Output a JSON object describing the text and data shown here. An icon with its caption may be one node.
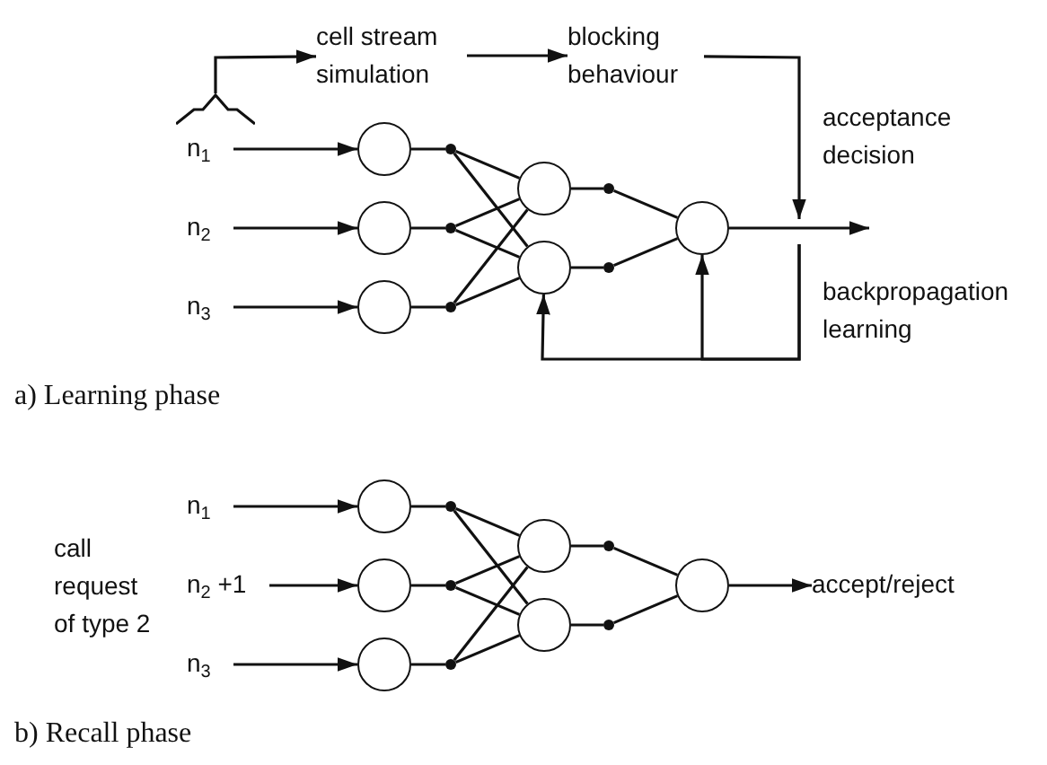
{
  "diagram": {
    "nodes": [
      {
        "text": [
          "cell stream simulation"
        ]
      },
      {
        "text": [
          "blocking behaviour"
        ]
      },
      {
        "text": [],
        "shape": "wave"
      },
      {
        "text": [
          "n$_{1}$"
        ]
      },
      {
        "text": [
          "n$_{2}$"
        ]
      },
      {
        "text": [
          "n$_{3}$"
        ]
      },
      {
        "text": [],
        "shape": "circle"
      },
      {
        "text": [],
        "shape": "circle"
      },
      {
        "text": [],
        "shape": "circle"
      },
      {
        "text": [],
        "shape": "dot"
      },
      {
        "text": [],
        "shape": "dot"
      },
      {
        "text": [],
        "shape": "dot"
      },
      {
        "text": [],
        "shape": "circle"
      },
      {
        "text": [],
        "shape": "circle"
      },
      {
        "text": [],
        "shape": "dot"
      },
      {
        "text": [],
        "shape": "dot"
      },
      {
        "text": [],
        "shape": "circle"
      },
      {
        "text": [
          "n$_{1}$"
        ]
      },
      {
        "text": [
          "n$_{2}$ +1"
        ]
      },
      {
        "text": [
          "n$_{3}$"
        ]
      },
      {
        "text": [],
        "shape": "circle"
      },
      {
        "text": [],
        "shape": "circle"
      },
      {
        "text": [],
        "shape": "circle"
      },
      {
        "text": [],
        "shape": "dot"
      },
      {
        "text": [],
        "shape": "dot"
      },
      {
        "text": [],
        "shape": "dot"
      },
      {
        "text": [],
        "shape": "circle"
      },
      {
        "text": [],
        "shape": "circle"
      },
      {
        "text": [],
        "shape": "dot"
      },
      {
        "text": [],
        "shape": "dot"
      },
      {
        "text": [],
        "shape": "circle"
      },
      {
        "text": [
          "accept/reject"
        ]
      }
    ],
    "edges": [
      {
        "from": 2,
        "to": 0,
        "arrow": "to"
      },
      {
        "from": 0,
        "to": 1,
        "arrow": "to"
      },
      {
        "from": 1,
        "to": null,
        "arrow": "to"
      },
      {
        "from": 3,
        "to": 6,
        "arrow": "to"
      },
      {
        "from": 4,
        "to": 7,
        "arrow": "to"
      },
      {
        "from": 5,
        "to": 8,
        "arrow": "to"
      },
      {
        "from": 6,
        "to": 9,
        "arrow": "none"
      },
      {
        "from": 7,
        "to": 10,
        "arrow": "none"
      },
      {
        "from": 8,
        "to": 11,
        "arrow": "none"
      },
      {
        "from": 9,
        "to": 12,
        "arrow": "none"
      },
      {
        "from": 9,
        "to": 13,
        "arrow": "none"
      },
      {
        "from": 10,
        "to": 12,
        "arrow": "none"
      },
      {
        "from": 10,
        "to": 13,
        "arrow": "none"
      },
      {
        "from": 11,
        "to": 12,
        "arrow": "none"
      },
      {
        "from": 11,
        "to": 13,
        "arrow": "none"
      },
      {
        "from": 12,
        "to": 14,
        "arrow": "none"
      },
      {
        "from": 13,
        "to": 15,
        "arrow": "none"
      },
      {
        "from": 14,
        "to": 16,
        "arrow": "none"
      },
      {
        "from": 15,
        "to": 16,
        "arrow": "none"
      },
      {
        "from": 16,
        "to": null,
        "arrow": "to"
      },
      {
        "from": 17,
        "to": 20,
        "arrow": "to"
      },
      {
        "from": 18,
        "to": 21,
        "arrow": "to"
      },
      {
        "from": 19,
        "to": 22,
        "arrow": "to"
      },
      {
        "from": 20,
        "to": 23,
        "arrow": "none"
      },
      {
        "from": 21,
        "to": 24,
        "arrow": "none"
      },
      {
        "from": 22,
        "to": 25,
        "arrow": "none"
      },
      {
        "from": 23,
        "to": 26,
        "arrow": "none"
      },
      {
        "from": 23,
        "to": 27,
        "arrow": "none"
      },
      {
        "from": 24,
        "to": 26,
        "arrow": "none"
      },
      {
        "from": 24,
        "to": 27,
        "arrow": "none"
      },
      {
        "from": 25,
        "to": 26,
        "arrow": "none"
      },
      {
        "from": 25,
        "to": 27,
        "arrow": "none"
      },
      {
        "from": 26,
        "to": 28,
        "arrow": "none"
      },
      {
        "from": 27,
        "to": 29,
        "arrow": "none"
      },
      {
        "from": 28,
        "to": 30,
        "arrow": "none"
      },
      {
        "from": 29,
        "to": 30,
        "arrow": "none"
      },
      {
        "from": 30,
        "to": 31,
        "arrow": "to"
      },
      {
        "from": null,
        "to": 13,
        "arrow": "to"
      },
      {
        "from": null,
        "to": 16,
        "arrow": "to"
      }
    ],
    "labels": [
      "acceptance decision",
      "backpropagation learning",
      "a) Learning phase",
      "call request of type 2",
      "b) Recall phase"
    ]
  }
}
